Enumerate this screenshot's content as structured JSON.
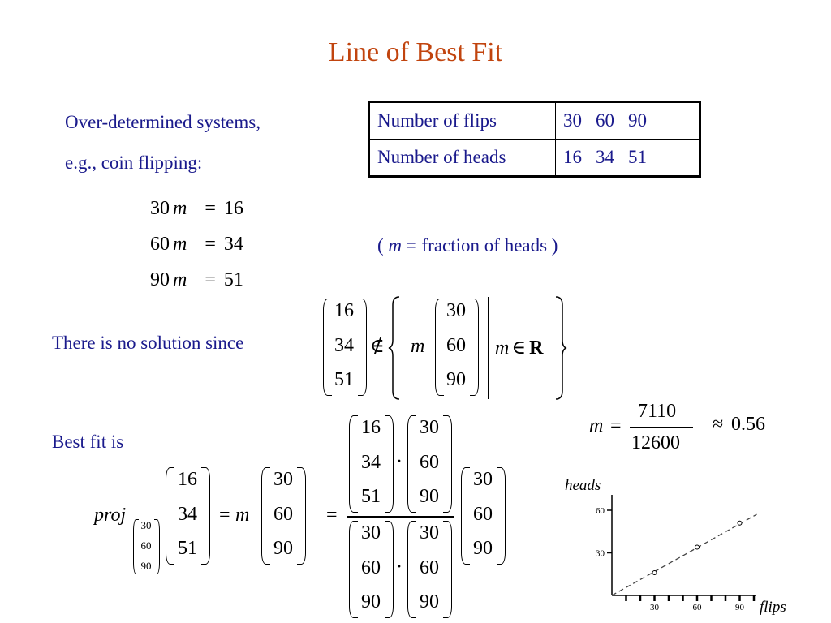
{
  "title": "Line of Best Fit",
  "intro": {
    "line1": "Over-determined systems,",
    "line2": "e.g., coin flipping:"
  },
  "table": {
    "rows": [
      {
        "label": "Number of flips",
        "values": [
          "30",
          "60",
          "90"
        ]
      },
      {
        "label": "Number of heads",
        "values": [
          "16",
          "34",
          "51"
        ]
      }
    ]
  },
  "equations": [
    {
      "coef": "30",
      "var": "m",
      "eq": "=",
      "rhs": "16"
    },
    {
      "coef": "60",
      "var": "m",
      "eq": "=",
      "rhs": "34"
    },
    {
      "coef": "90",
      "var": "m",
      "eq": "=",
      "rhs": "51"
    }
  ],
  "m_note": {
    "open": "(",
    "var": "m",
    "text": "= fraction of heads )"
  },
  "no_solution": {
    "text": "There is no solution since",
    "lhs": [
      "16",
      "34",
      "51"
    ],
    "not_in": "∉",
    "m": "m",
    "rhs": [
      "30",
      "60",
      "90"
    ],
    "cond_m": "m",
    "in": "∈",
    "reals": "R"
  },
  "best_fit": {
    "label": "Best fit is",
    "proj": "proj",
    "sub": [
      "30",
      "60",
      "90"
    ],
    "v": [
      "16",
      "34",
      "51"
    ],
    "eq": "=",
    "m": "m",
    "s": [
      "30",
      "60",
      "90"
    ],
    "num_a": [
      "16",
      "34",
      "51"
    ],
    "num_b": [
      "30",
      "60",
      "90"
    ],
    "den_a": [
      "30",
      "60",
      "90"
    ],
    "den_b": [
      "30",
      "60",
      "90"
    ],
    "dot": "·",
    "result": [
      "30",
      "60",
      "90"
    ]
  },
  "m_value": {
    "m": "m",
    "eq": "=",
    "numerator": "7110",
    "denominator": "12600",
    "approx": "≈",
    "value": "0.56"
  },
  "plot": {
    "ylabel": "heads",
    "xlabel": "flips",
    "yticks": [
      "30",
      "60"
    ],
    "xticks": [
      "30",
      "60",
      "90"
    ],
    "points": [
      {
        "x": 30,
        "y": 16
      },
      {
        "x": 60,
        "y": 34
      },
      {
        "x": 90,
        "y": 51
      }
    ],
    "slope": 0.56
  }
}
